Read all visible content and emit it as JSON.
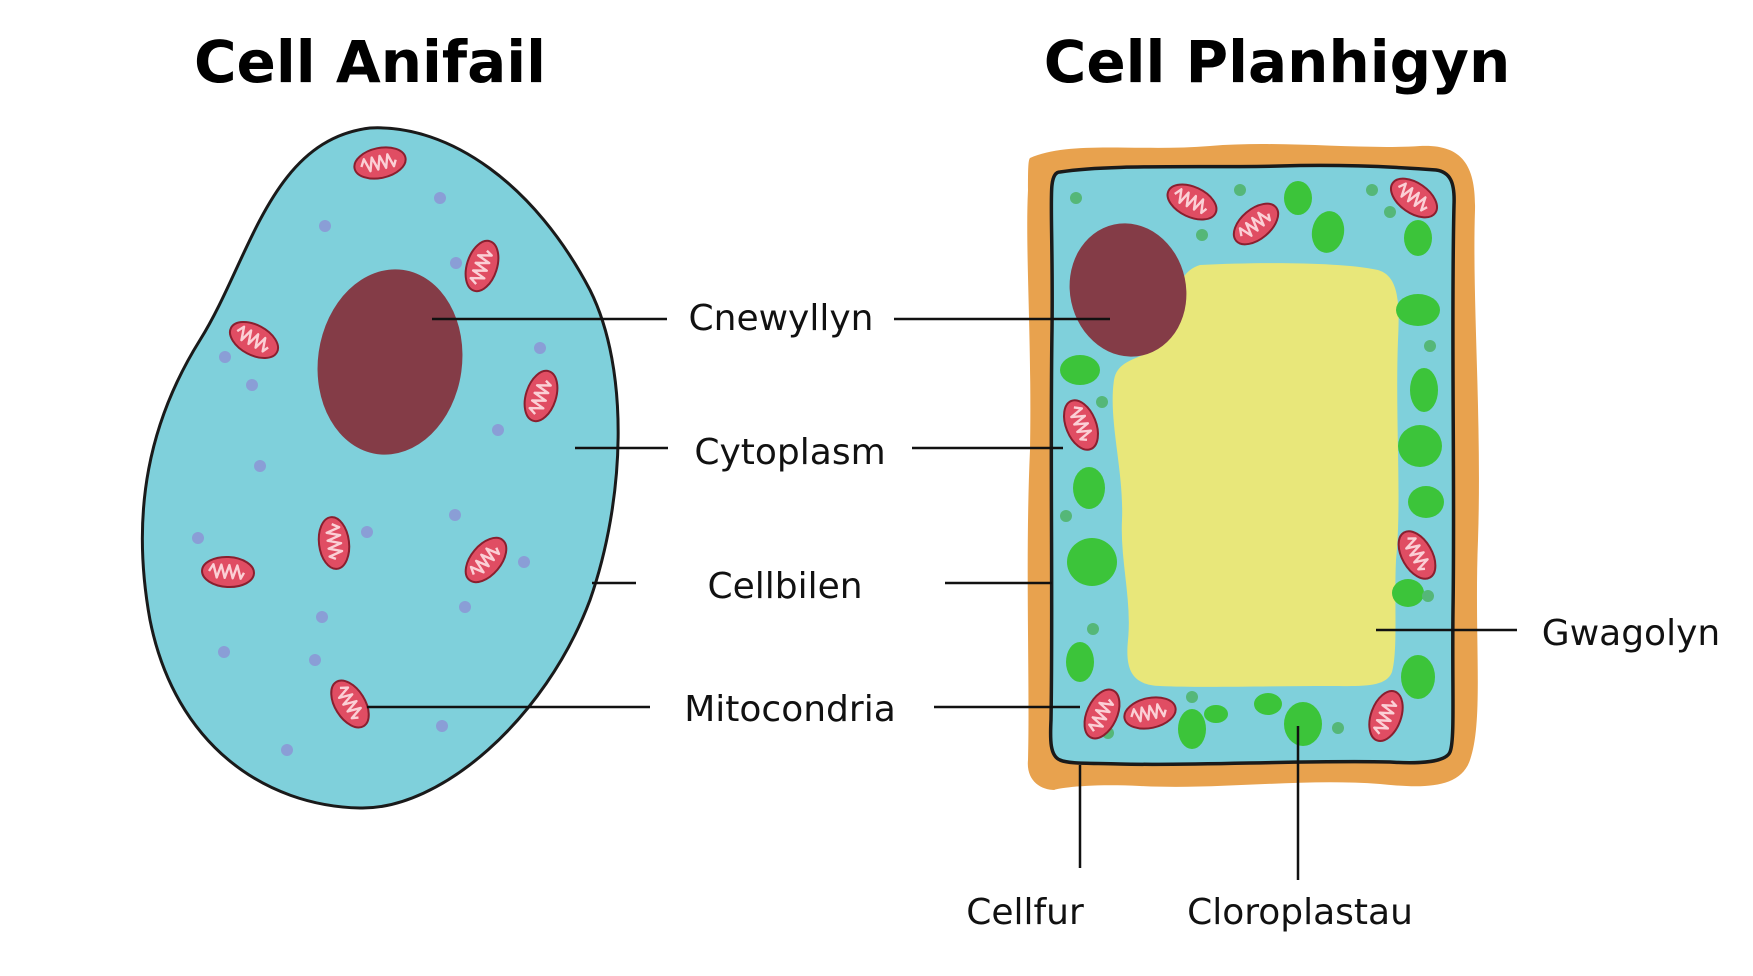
{
  "titles": {
    "animal": "Cell Anifail",
    "plant": "Cell Planhigyn"
  },
  "labels": {
    "nucleus": "Cnewyllyn",
    "cytoplasm": "Cytoplasm",
    "cell_membrane": "Cellbilen",
    "mitochondria": "Mitocondria",
    "vacuole": "Gwagolyn",
    "cell_wall": "Cellfur",
    "chloroplasts": "Cloroplastau"
  },
  "colors": {
    "cytoplasm": "#7fd0db",
    "nucleus": "#843c47",
    "mitochondria_fill": "#e04d63",
    "mitochondria_inner": "#fbd0d6",
    "granule": "#8a9ed6",
    "cell_wall": "#e8a24e",
    "vacuole": "#e8e77a",
    "chloroplast": "#3cc43a",
    "outline": "#1a1a1a"
  }
}
